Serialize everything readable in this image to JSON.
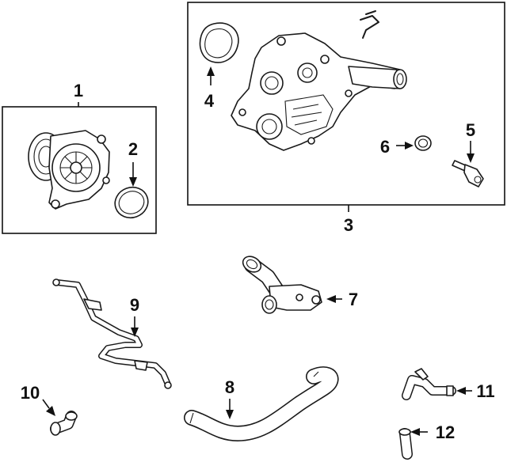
{
  "diagram": {
    "callouts": {
      "c1": "1",
      "c2": "2",
      "c3": "3",
      "c4": "4",
      "c5": "5",
      "c6": "6",
      "c7": "7",
      "c8": "8",
      "c9": "9",
      "c10": "10",
      "c11": "11",
      "c12": "12"
    },
    "parts": [
      {
        "callout": "1",
        "icon": "water-pump-icon"
      },
      {
        "callout": "2",
        "icon": "pump-gasket-icon"
      },
      {
        "callout": "3",
        "icon": "thermostat-housing-assembly-icon"
      },
      {
        "callout": "4",
        "icon": "housing-gasket-icon"
      },
      {
        "callout": "5",
        "icon": "temperature-sensor-icon"
      },
      {
        "callout": "6",
        "icon": "sensor-o-ring-icon"
      },
      {
        "callout": "7",
        "icon": "outlet-pipe-icon"
      },
      {
        "callout": "8",
        "icon": "radiator-hose-icon"
      },
      {
        "callout": "9",
        "icon": "bypass-tube-icon"
      },
      {
        "callout": "10",
        "icon": "hose-connector-icon"
      },
      {
        "callout": "11",
        "icon": "heater-hose-icon"
      },
      {
        "callout": "12",
        "icon": "short-hose-icon"
      }
    ]
  }
}
